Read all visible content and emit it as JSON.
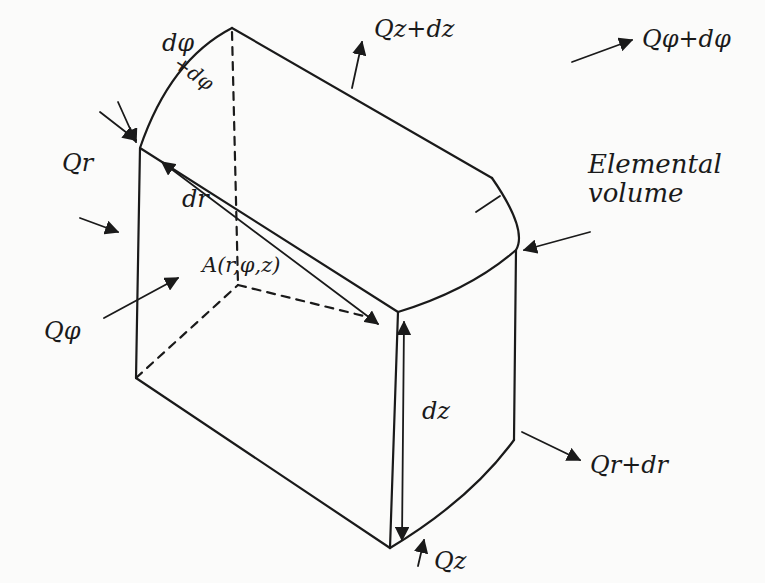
{
  "diagram": {
    "labels": [
      "dφ",
      "+dφ",
      "Qz+dz",
      "Qφ+dφ",
      "Qr",
      "dr",
      "A(r,φ,z)",
      "Qφ",
      "Elemental volume",
      "dz",
      "Qr+dr",
      "Qz"
    ]
  }
}
